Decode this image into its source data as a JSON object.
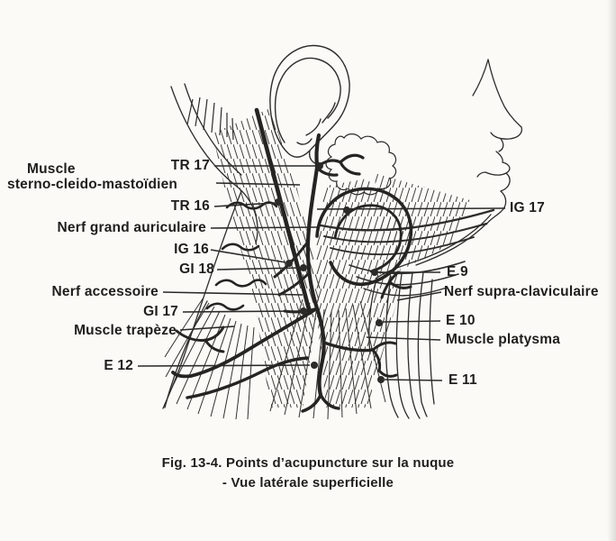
{
  "colors": {
    "ink": "#2b2a28",
    "paper": "#fbfaf7"
  },
  "labels": {
    "scm1": "Muscle",
    "scm2": "sterno-cleido-mastoïdien",
    "tr17": "TR 17",
    "tr16": "TR 16",
    "nga": "Nerf grand auriculaire",
    "ig16": "IG 16",
    "gi18": "GI 18",
    "nacc": "Nerf accessoire",
    "gi17": "GI 17",
    "trapeze": "Muscle trapèze",
    "e12": "E 12",
    "ig17": "IG 17",
    "e9": "E 9",
    "nsc": "Nerf supra-claviculaire",
    "e10": "E 10",
    "platysma": "Muscle platysma",
    "e11": "E 11"
  },
  "caption": {
    "line1": "Fig. 13-4.  Points d’acupuncture sur la nuque",
    "line2": "- Vue latérale superficielle"
  }
}
